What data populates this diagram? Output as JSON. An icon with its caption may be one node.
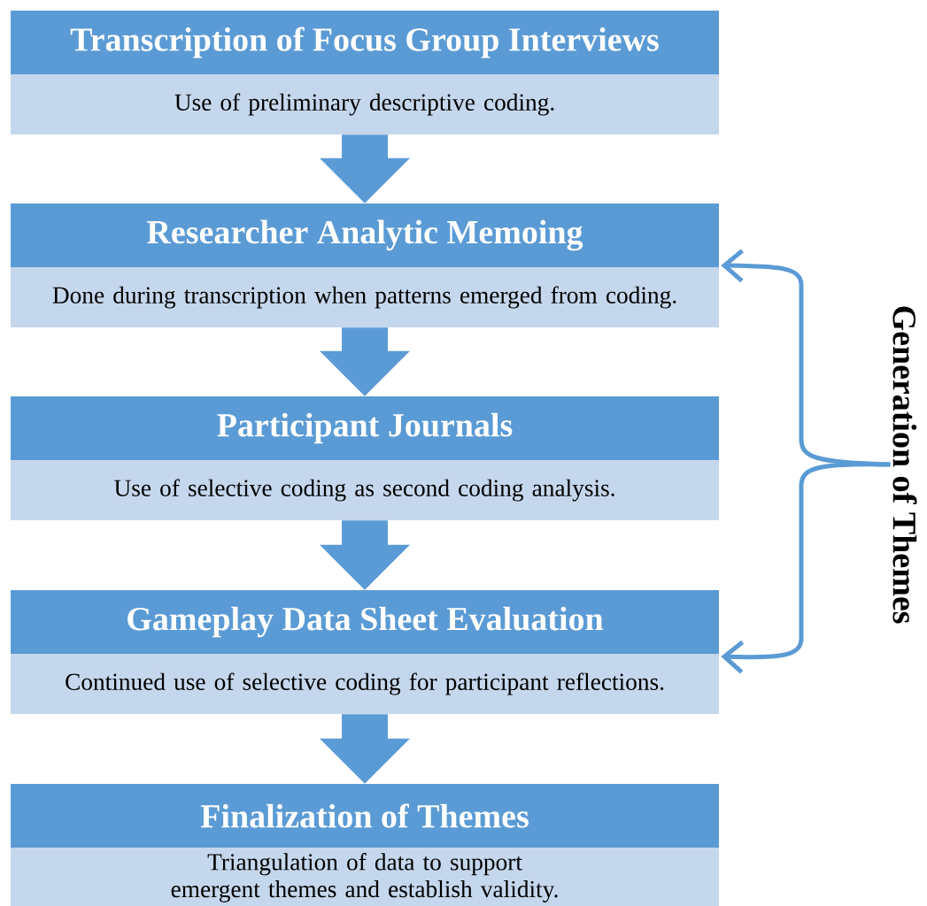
{
  "diagram": {
    "nodes": [
      {
        "text": [
          "Transcription of Focus Group Interviews",
          "Use of preliminary descriptive coding."
        ]
      },
      {
        "text": [
          "Researcher Analytic Memoing",
          "Done during transcription when patterns emerged from coding."
        ]
      },
      {
        "text": [
          "Participant Journals",
          "Use of selective coding as second coding analysis."
        ]
      },
      {
        "text": [
          "Gameplay Data Sheet Evaluation",
          "Continued use of selective coding for participant reflections."
        ]
      },
      {
        "text": [
          "Finalization of Themes",
          "Triangulation of data to support emergent themes and establish validity."
        ]
      },
      {
        "text": [
          "Generation of Themes"
        ]
      }
    ],
    "edges": [
      {
        "from": 0,
        "to": 1,
        "arrow": "to",
        "style": "thick"
      },
      {
        "from": 1,
        "to": 2,
        "arrow": "to",
        "style": "thick"
      },
      {
        "from": 2,
        "to": 3,
        "arrow": "to",
        "style": "thick"
      },
      {
        "from": 3,
        "to": 4,
        "arrow": "to",
        "style": "thick"
      },
      {
        "from": 5,
        "to": 1,
        "arrow": "to"
      },
      {
        "from": 5,
        "to": 3,
        "arrow": "to"
      }
    ]
  }
}
